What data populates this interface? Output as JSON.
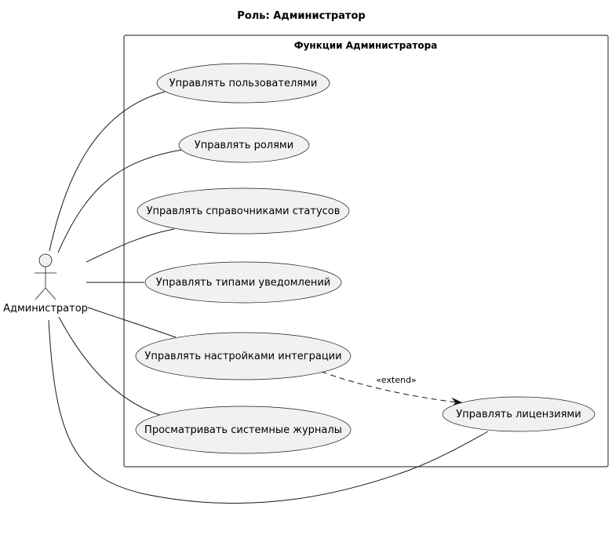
{
  "diagram": {
    "title": "Роль: Администратор",
    "boundary_title": "Функции Администратора",
    "actor": {
      "name": "Администратор"
    },
    "use_cases": [
      {
        "id": "users",
        "label": "Управлять пользователями"
      },
      {
        "id": "roles",
        "label": "Управлять ролями"
      },
      {
        "id": "statuses",
        "label": "Управлять справочниками статусов"
      },
      {
        "id": "notifications",
        "label": "Управлять типами уведомлений"
      },
      {
        "id": "integration",
        "label": "Управлять настройками интеграции"
      },
      {
        "id": "logs",
        "label": "Просматривать системные журналы"
      },
      {
        "id": "licenses",
        "label": "Управлять лицензиями"
      }
    ],
    "extend_relation": {
      "from": "integration",
      "to": "licenses",
      "label": "«extend»"
    },
    "colors": {
      "use_case_fill": "#f1f1f1",
      "stroke": "#181818",
      "background": "#ffffff"
    }
  }
}
